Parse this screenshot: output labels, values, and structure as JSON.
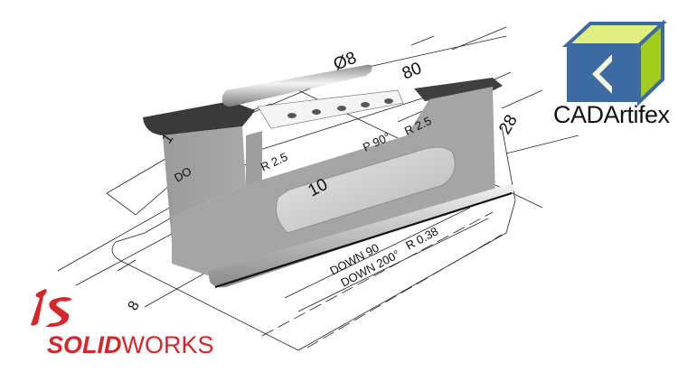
{
  "brands": {
    "cadartifex": {
      "name": "CADArtifex",
      "cube_front": "#3d6aa2",
      "cube_top": "#e2ef7e",
      "cube_side": "#a4cc1f",
      "letter": "C"
    },
    "solidworks": {
      "bold_part": "SOLID",
      "light_part": "WORKS",
      "mark": "DS",
      "color": "#d6262a"
    }
  },
  "drawing": {
    "dimensions": {
      "diameter": "Ø8",
      "top_length": "80",
      "height": "28",
      "left_length": "1",
      "slot_length": "10",
      "bottom_offset": "8"
    },
    "annotations": {
      "bend_left": "DO",
      "radius_left": "R 2.5",
      "bend_up": "P 90°",
      "radius_right": "R 2.5",
      "down_90": "DOWN 90",
      "down_200": "DOWN 200°",
      "radius_small": "R 0.38"
    }
  }
}
